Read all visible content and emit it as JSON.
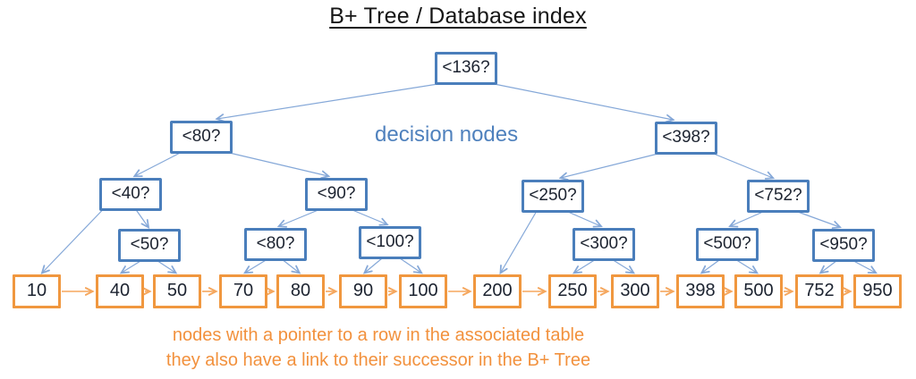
{
  "title": "B+ Tree / Database index",
  "decision_label": "decision nodes",
  "footer": {
    "line1": "nodes with a pointer to a row in the associated table",
    "line2": "they also have a link to their successor in the B+ Tree"
  },
  "colors": {
    "decision_border": "#4a7ebb",
    "tree_edge": "#85a8d8",
    "decision_label_text": "#4f81bd",
    "leaf_border": "#f0973f",
    "successor_link": "#f5a75e",
    "footer_text": "#f2913d",
    "node_text": "#1c2330",
    "title_text": "#161616"
  },
  "tree": {
    "decision_nodes": [
      {
        "id": "q136",
        "label": "<136?"
      },
      {
        "id": "q80a",
        "label": "<80?"
      },
      {
        "id": "q398",
        "label": "<398?"
      },
      {
        "id": "q40",
        "label": "<40?"
      },
      {
        "id": "q90",
        "label": "<90?"
      },
      {
        "id": "q250",
        "label": "<250?"
      },
      {
        "id": "q752",
        "label": "<752?"
      },
      {
        "id": "q50",
        "label": "<50?"
      },
      {
        "id": "q80b",
        "label": "<80?"
      },
      {
        "id": "q100",
        "label": "<100?"
      },
      {
        "id": "q300",
        "label": "<300?"
      },
      {
        "id": "q500",
        "label": "<500?"
      },
      {
        "id": "q950",
        "label": "<950?"
      }
    ],
    "leaf_nodes": [
      {
        "id": "l10",
        "label": "10"
      },
      {
        "id": "l40",
        "label": "40"
      },
      {
        "id": "l50",
        "label": "50"
      },
      {
        "id": "l70",
        "label": "70"
      },
      {
        "id": "l80",
        "label": "80"
      },
      {
        "id": "l90",
        "label": "90"
      },
      {
        "id": "l100",
        "label": "100"
      },
      {
        "id": "l200",
        "label": "200"
      },
      {
        "id": "l250",
        "label": "250"
      },
      {
        "id": "l300",
        "label": "300"
      },
      {
        "id": "l398",
        "label": "398"
      },
      {
        "id": "l500",
        "label": "500"
      },
      {
        "id": "l752",
        "label": "752"
      },
      {
        "id": "l950",
        "label": "950"
      }
    ],
    "edges": [
      [
        "q136",
        "q80a"
      ],
      [
        "q136",
        "q398"
      ],
      [
        "q80a",
        "q40"
      ],
      [
        "q80a",
        "q90"
      ],
      [
        "q40",
        "l10"
      ],
      [
        "q40",
        "q50"
      ],
      [
        "q90",
        "q80b"
      ],
      [
        "q90",
        "q100"
      ],
      [
        "q50",
        "l40"
      ],
      [
        "q50",
        "l50"
      ],
      [
        "q80b",
        "l70"
      ],
      [
        "q80b",
        "l80"
      ],
      [
        "q100",
        "l90"
      ],
      [
        "q100",
        "l100"
      ],
      [
        "q398",
        "q250"
      ],
      [
        "q398",
        "q752"
      ],
      [
        "q250",
        "l200"
      ],
      [
        "q250",
        "q300"
      ],
      [
        "q300",
        "l250"
      ],
      [
        "q300",
        "l300"
      ],
      [
        "q752",
        "q500"
      ],
      [
        "q752",
        "q950"
      ],
      [
        "q500",
        "l398"
      ],
      [
        "q500",
        "l500"
      ],
      [
        "q950",
        "l752"
      ],
      [
        "q950",
        "l950"
      ]
    ],
    "successor_links_follow_leaf_order": true
  }
}
